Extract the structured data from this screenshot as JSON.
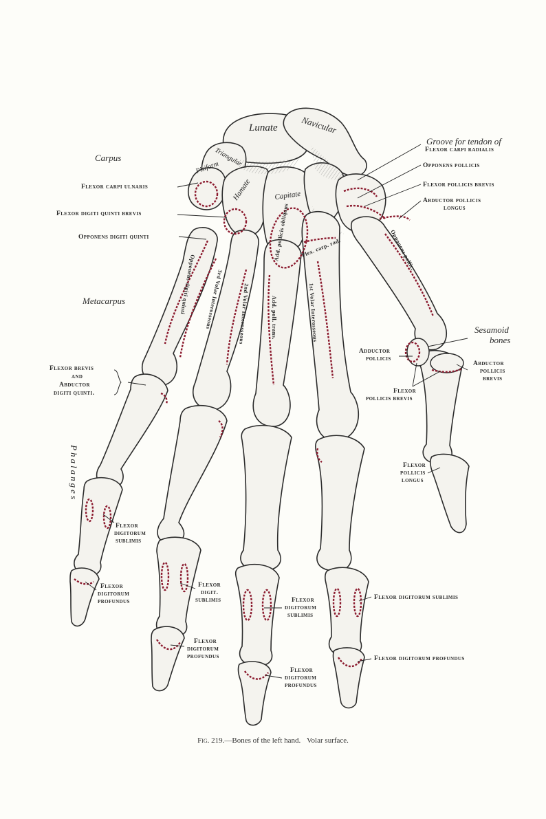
{
  "bone_names": {
    "lunate": "Lunate",
    "navicular": "Navicular",
    "triangular": "Triangular",
    "pisiform": "Pisiform",
    "hamate": "Hamate",
    "capitate": "Capitate"
  },
  "regions": {
    "carpus": "Carpus",
    "metacarpus": "Metacarpus",
    "phalanges": "Phalanges",
    "sesamoid_1": "Sesamoid",
    "sesamoid_2": "bones"
  },
  "labels": {
    "groove_1": "Groove for tendon of",
    "groove_2": "Flexor carpi radialis",
    "flexor_carpi_ulnaris": "Flexor carpi ulnaris",
    "flexor_digiti_quinti_brevis": "Flexor digiti quinti brevis",
    "opponens_digiti_quinti": "Opponens digiti quinti",
    "opponens_pollicis": "Opponens pollicis",
    "flexor_pollicis_brevis_top": "Flexor pollicis brevis",
    "abductor_pollicis_longus_1": "Abductor pollicis",
    "abductor_pollicis_longus_2": "longus",
    "adductor_pollicis_1": "Adductor",
    "adductor_pollicis_2": "pollicis",
    "abductor_pollicis_brevis_1": "Abductor",
    "abductor_pollicis_brevis_2": "pollicis",
    "abductor_pollicis_brevis_3": "brevis",
    "flexor_pollicis_brevis_1": "Flexor",
    "flexor_pollicis_brevis_2": "pollicis brevis",
    "flexor_brevis_1": "Flexor brevis",
    "flexor_brevis_2": "and",
    "flexor_brevis_3": "Abductor",
    "flexor_brevis_4": "digiti quinti.",
    "flexor_pollicis_longus_1": "Flexor",
    "flexor_pollicis_longus_2": "pollicis",
    "flexor_pollicis_longus_3": "longus",
    "fds_little_1": "Flexor",
    "fds_little_2": "digitorum",
    "fds_little_3": "sublimis",
    "fdp_little_1": "Flexor",
    "fdp_little_2": "digitorum",
    "fdp_little_3": "profundus",
    "fds_ring_1": "Flexor",
    "fds_ring_2": "digit.",
    "fds_ring_3": "sublimis",
    "fdp_ring_1": "Flexor",
    "fdp_ring_2": "digitorum",
    "fdp_ring_3": "profundus",
    "fds_middle_1": "Flexor",
    "fds_middle_2": "digitorum",
    "fds_middle_3": "sublimis",
    "fdp_middle_1": "Flexor",
    "fdp_middle_2": "digitorum",
    "fdp_middle_3": "profundus",
    "fds_index": "Flexor digitorum sublimis",
    "fdp_index": "Flexor digitorum profundus"
  },
  "on_bone_text": {
    "opp_dig_quinti": "Opponens digiti quinti",
    "third_volar": "3rd Volar Interosseous",
    "second_volar": "2nd Volar Interosseous",
    "add_poll_trans": "Add. poll. trans.",
    "first_volar": "1st Volar Interosseous",
    "add_poll_obliquus": "Add. pollicis obliquus",
    "flex_carp_rad": "Flex. carp. rad.",
    "opponens_pollic": "Opponens pollic."
  },
  "caption": {
    "fig": "Fig. 219.",
    "text": "—Bones of the left hand.",
    "sub": "Volar surface."
  },
  "colors": {
    "bone_fill": "#f4f3ee",
    "outline": "#2b2b2b",
    "muscle_attachment": "#8b1a2e"
  }
}
